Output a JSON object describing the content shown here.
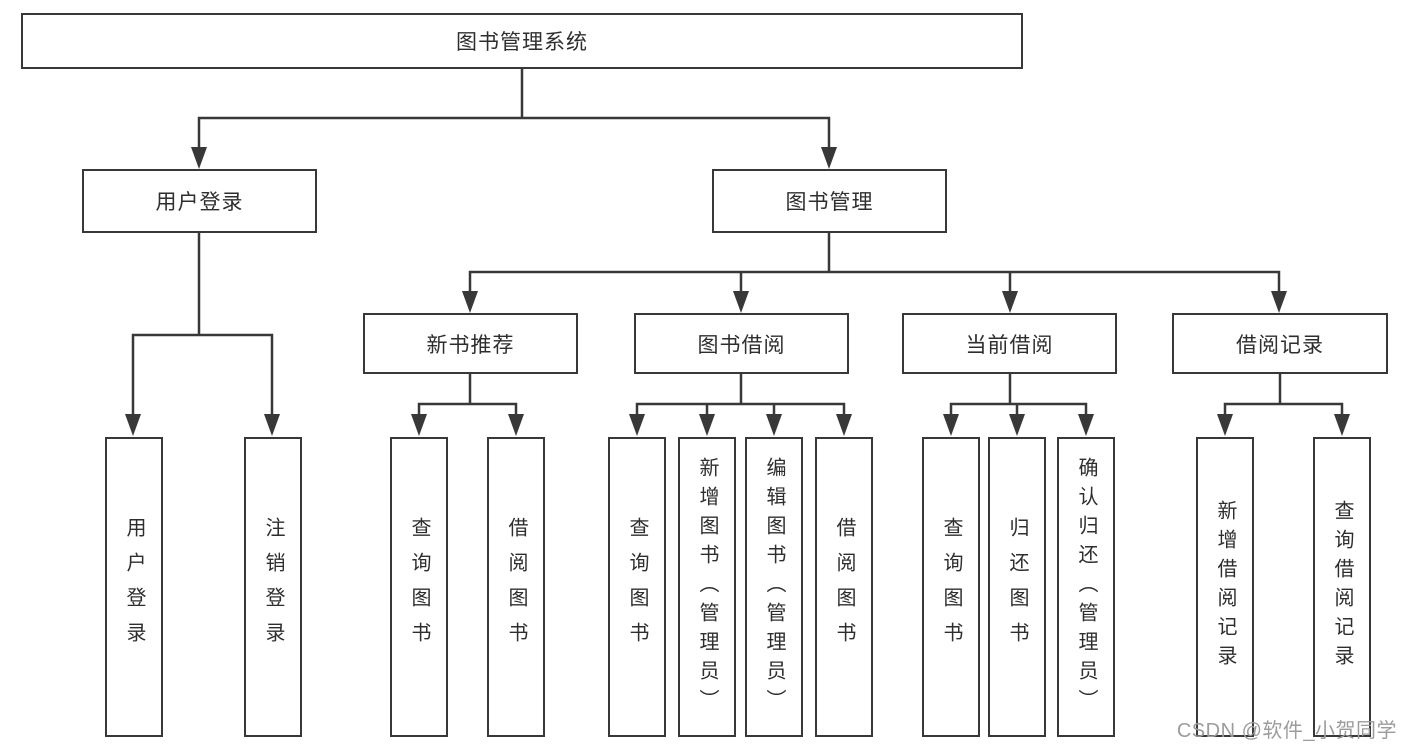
{
  "diagram": {
    "root": {
      "label": "图书管理系统"
    },
    "level2": {
      "user_login": {
        "label": "用户登录"
      },
      "book_management": {
        "label": "图书管理"
      }
    },
    "level3": {
      "new_book_recommend": {
        "label": "新书推荐"
      },
      "book_borrow": {
        "label": "图书借阅"
      },
      "current_borrow": {
        "label": "当前借阅"
      },
      "borrow_records": {
        "label": "借阅记录"
      }
    },
    "leaves": {
      "user": [
        "用户登录",
        "注销登录"
      ],
      "recommend": [
        "查询图书",
        "借阅图书"
      ],
      "borrow": [
        "查询图书",
        "新增图书（管理员）",
        "编辑图书（管理员）",
        "借阅图书"
      ],
      "current": [
        "查询图书",
        "归还图书",
        "确认归还（管理员）"
      ],
      "records": [
        "新增借阅记录",
        "查询借阅记录"
      ]
    },
    "colors": {
      "line": "#383838",
      "text": "#2e2e2e",
      "watermark": "#9c9c9c",
      "background": "#ffffff"
    },
    "watermark": "CSDN @软件_小贺同学"
  }
}
